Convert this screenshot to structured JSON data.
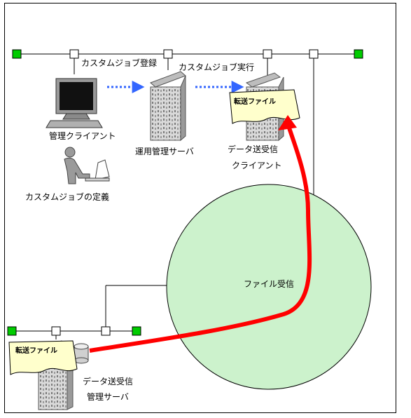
{
  "labels": {
    "register": "カスタムジョブ登録",
    "execute": "カスタムジョブ実行",
    "mgmt_client": "管理クライアント",
    "ops_server": "運用管理サーバ",
    "transfer_client_line1": "データ送受信",
    "transfer_client_line2": "クライアント",
    "custom_job_def": "カスタムジョブの定義",
    "file_receive": "ファイル受信",
    "transfer_server_line1": "データ送受信",
    "transfer_server_line2": "管理サーバ",
    "transfer_file_top": "転送ファイル",
    "transfer_file_bottom": "転送ファイル"
  },
  "colors": {
    "node_green": "#00cc00",
    "circle_fill": "#ccf2cc",
    "arrow_red": "#ff0000",
    "dotted_blue": "#3366ff",
    "document_fill": "#ffffcc"
  },
  "icons": [
    "monitor-icon",
    "server-icon",
    "person-icon",
    "document-icon"
  ]
}
